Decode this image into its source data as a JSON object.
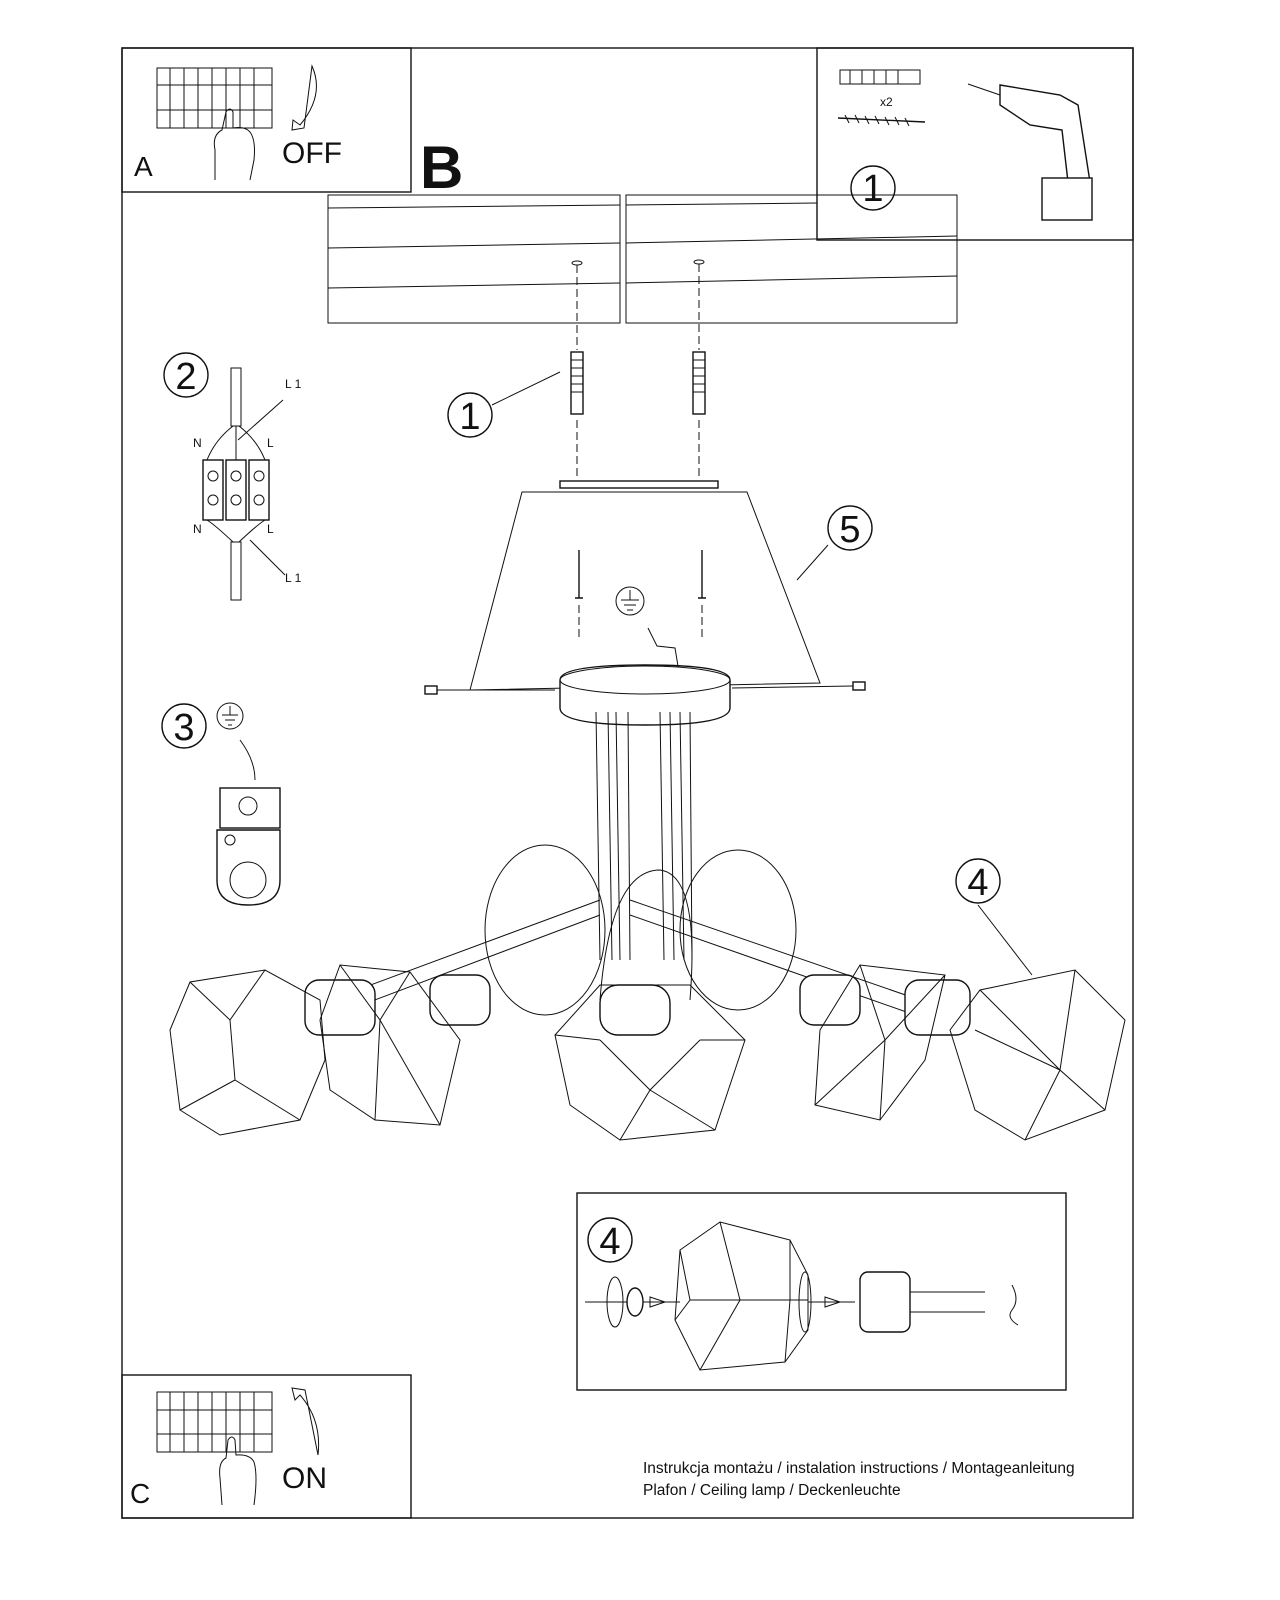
{
  "panels": {
    "a": {
      "letter": "A",
      "action": "OFF"
    },
    "b": {
      "letter": "B"
    },
    "c": {
      "letter": "C",
      "action": "ON"
    }
  },
  "tools": {
    "step": "1",
    "quantity": "x2"
  },
  "steps": {
    "wall_plug": "1",
    "wiring": "2",
    "ground": "3",
    "shade": "4",
    "canopy": "5",
    "detail": "4"
  },
  "wiring_labels": {
    "n_top": "N",
    "l_top": "L",
    "l1_top": "L 1",
    "n_bottom": "N",
    "l_bottom": "L",
    "l1_bottom": "L 1"
  },
  "footer": {
    "line1": "Instrukcja montażu / instalation instructions / Montageanleitung",
    "line2": "Plafon / Ceiling lamp / Deckenleuchte"
  }
}
